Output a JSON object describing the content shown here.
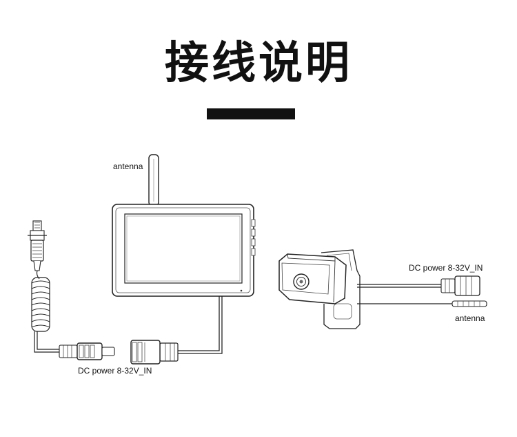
{
  "header": {
    "title": "接线说明"
  },
  "labels": {
    "monitor_antenna": "antenna",
    "monitor_power": "DC power 8-32V_IN",
    "camera_power": "DC power 8-32V_IN",
    "camera_antenna": "antenna"
  }
}
